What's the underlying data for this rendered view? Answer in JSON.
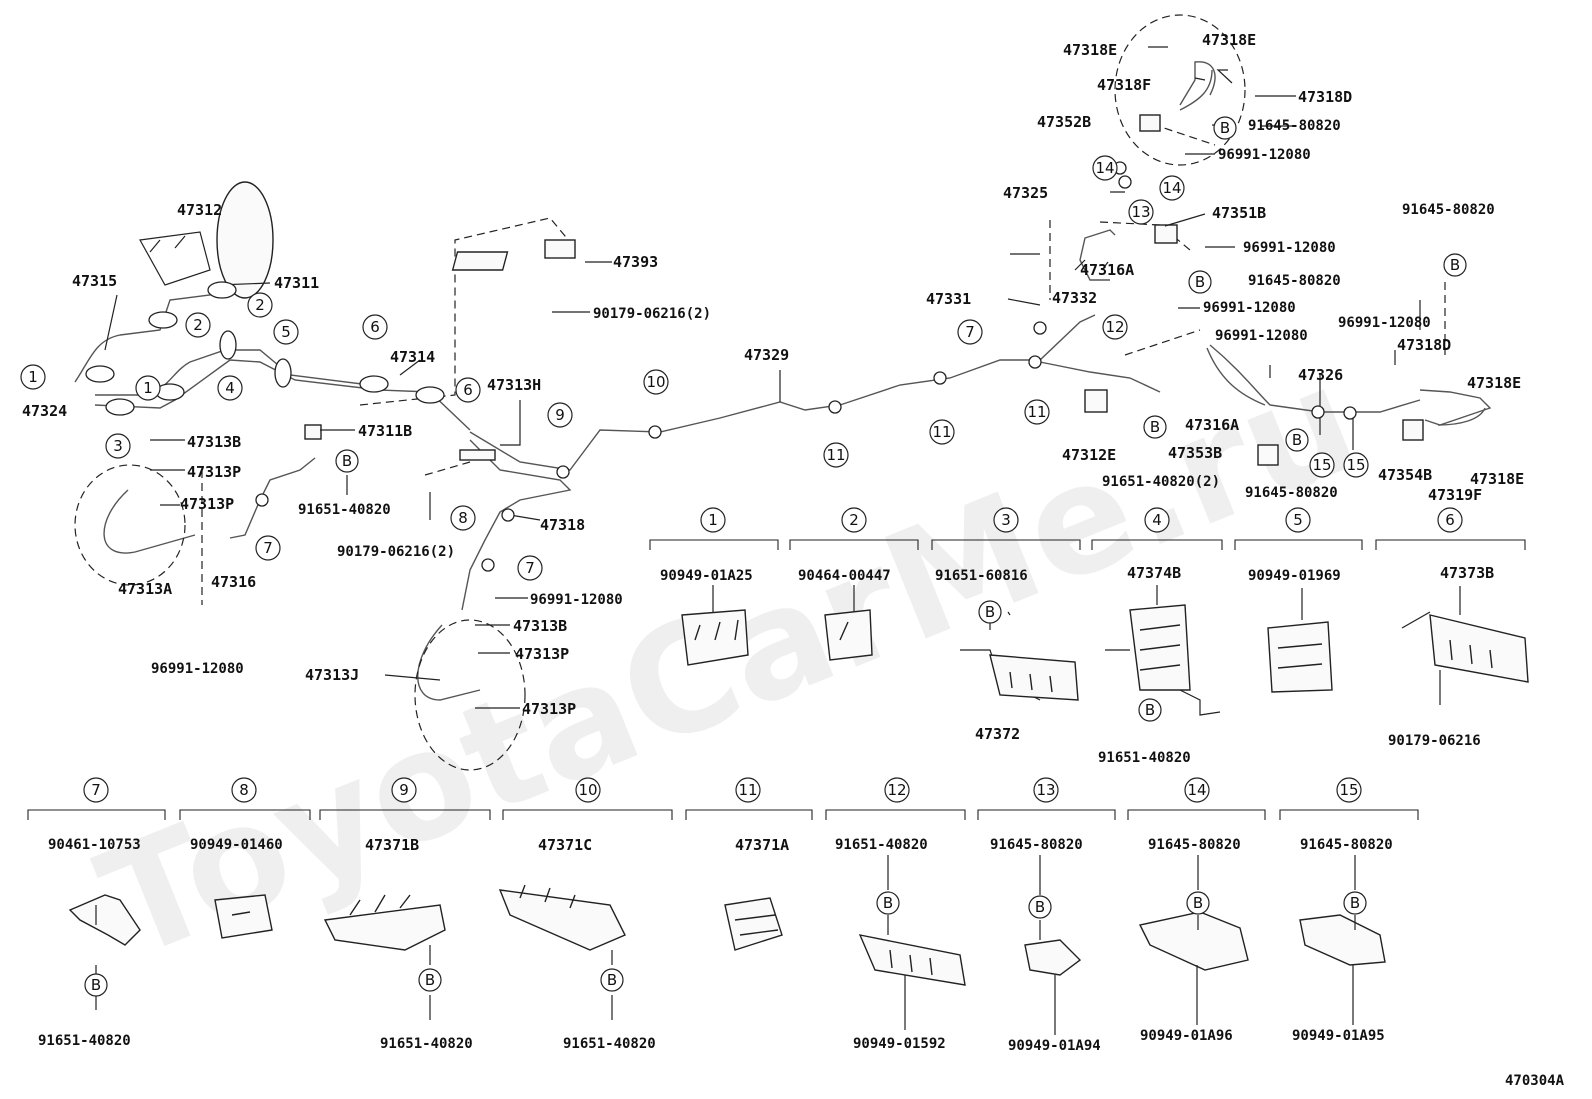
{
  "watermark": "ToyotaCarMe.ru",
  "figure_code": "470304A",
  "labels": [
    "47318E",
    "47318E",
    "47318F",
    "47318D",
    "47352B",
    "91645-80820",
    "96991-12080",
    "47325",
    "47351B",
    "91645-80820",
    "96991-12080",
    "91645-80820",
    "96991-12080",
    "47316A",
    "47331",
    "47332",
    "96991-12080",
    "96991-12080",
    "47318D",
    "47318E",
    "47326",
    "47316A",
    "47353B",
    "91645-80820",
    "47354B",
    "47318E",
    "47319F",
    "47312E",
    "91651-40820(2)",
    "47329",
    "47393",
    "90179-06216(2)",
    "47312",
    "47311",
    "47315",
    "47314",
    "47313H",
    "47324",
    "47311B",
    "47313B",
    "47313P",
    "47313P",
    "91651-40820",
    "47313A",
    "47316",
    "96991-12080",
    "47318",
    "90179-06216(2)",
    "96991-12080",
    "47313B",
    "47313J",
    "47313P",
    "47313P"
  ],
  "callouts": [
    "1",
    "1",
    "2",
    "2",
    "3",
    "4",
    "5",
    "6",
    "6",
    "7",
    "7",
    "7",
    "8",
    "9",
    "10",
    "11",
    "11",
    "11",
    "12",
    "13",
    "14",
    "14",
    "15",
    "15"
  ],
  "b_marker": "B",
  "detail_panels": [
    {
      "num": "1",
      "part": "90949-01A25"
    },
    {
      "num": "2",
      "part": "90464-00447"
    },
    {
      "num": "3",
      "part": "91651-60816",
      "sub": "47372"
    },
    {
      "num": "4",
      "part": "47374B",
      "sub": "91651-40820"
    },
    {
      "num": "5",
      "part": "90949-01969"
    },
    {
      "num": "6",
      "part": "47373B",
      "sub": "90179-06216"
    },
    {
      "num": "7",
      "part": "90461-10753",
      "sub": "91651-40820"
    },
    {
      "num": "8",
      "part": "90949-01460"
    },
    {
      "num": "9",
      "part": "47371B",
      "sub": "91651-40820"
    },
    {
      "num": "10",
      "part": "47371C",
      "sub": "91651-40820"
    },
    {
      "num": "11",
      "part": "47371A"
    },
    {
      "num": "12",
      "part": "91651-40820",
      "sub": "90949-01592"
    },
    {
      "num": "13",
      "part": "91645-80820",
      "sub": "90949-01A94"
    },
    {
      "num": "14",
      "part": "91645-80820",
      "sub": "90949-01A96"
    },
    {
      "num": "15",
      "part": "91645-80820",
      "sub": "90949-01A95"
    }
  ]
}
